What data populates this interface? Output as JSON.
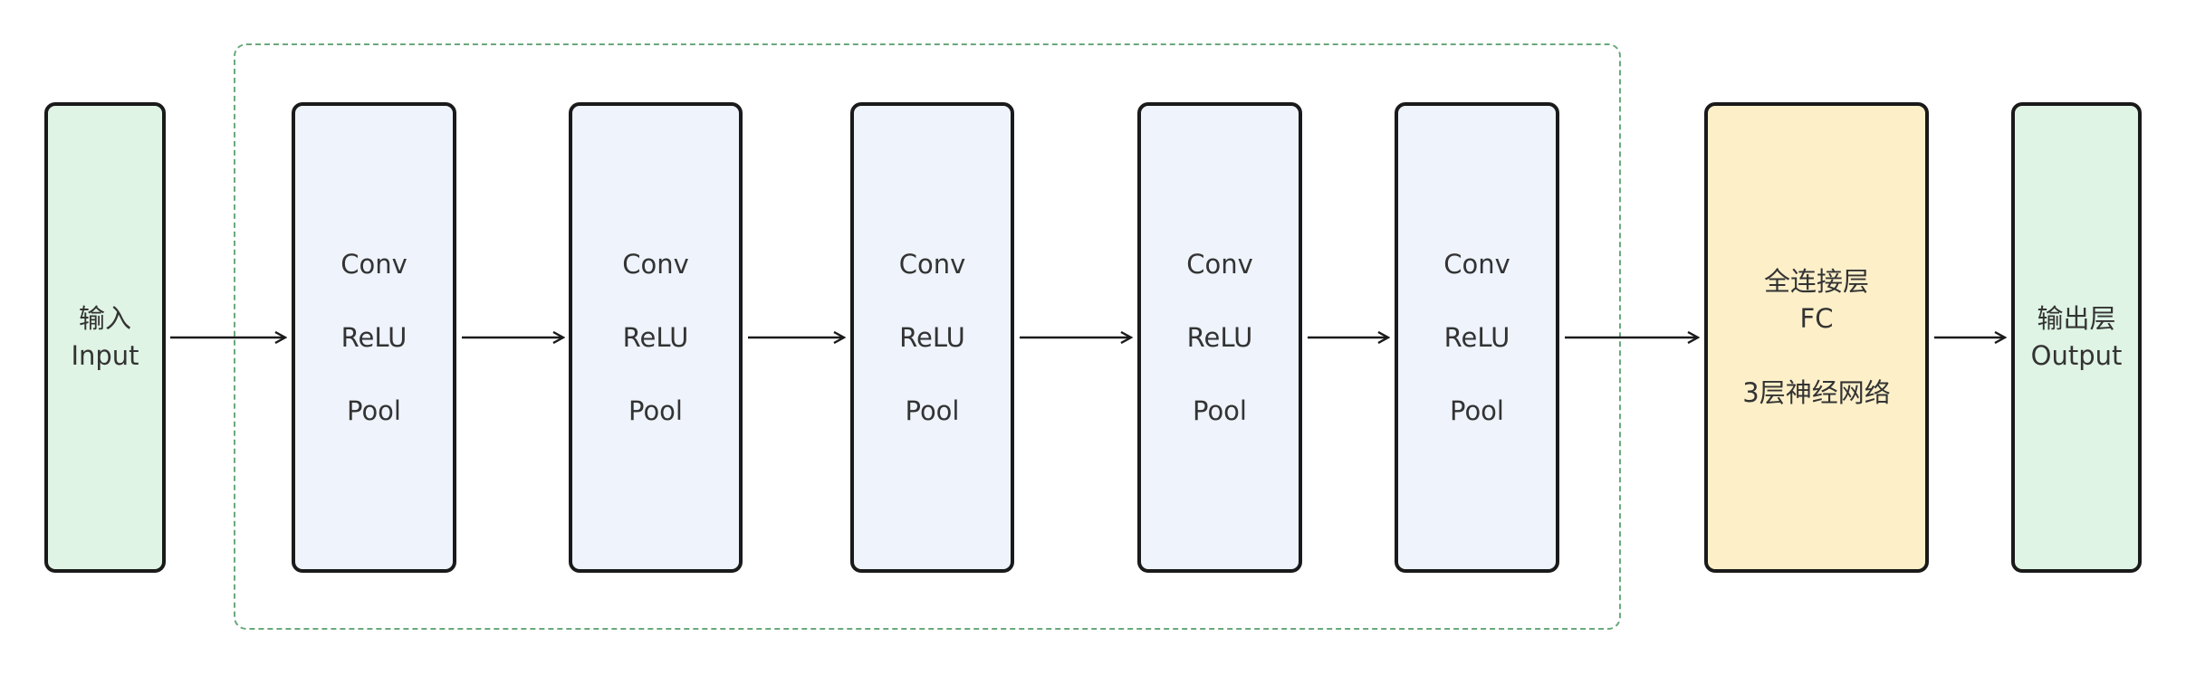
{
  "input_block": {
    "line1": "输入",
    "line2": "Input"
  },
  "conv_blocks": [
    {
      "conv": "Conv",
      "relu": "ReLU",
      "pool": "Pool"
    },
    {
      "conv": "Conv",
      "relu": "ReLU",
      "pool": "Pool"
    },
    {
      "conv": "Conv",
      "relu": "ReLU",
      "pool": "Pool"
    },
    {
      "conv": "Conv",
      "relu": "ReLU",
      "pool": "Pool"
    },
    {
      "conv": "Conv",
      "relu": "ReLU",
      "pool": "Pool"
    }
  ],
  "fc_block": {
    "line1": "全连接层",
    "line2": "FC",
    "line3": "3层神经网络"
  },
  "output_block": {
    "line1": "输出层",
    "line2": "Output"
  },
  "colors": {
    "io_fill": "#dff4e4",
    "conv_fill": "#eef3fc",
    "fc_fill": "#fdf0c9",
    "group_border": "#6aa97c",
    "stroke": "#1a1a1a"
  }
}
